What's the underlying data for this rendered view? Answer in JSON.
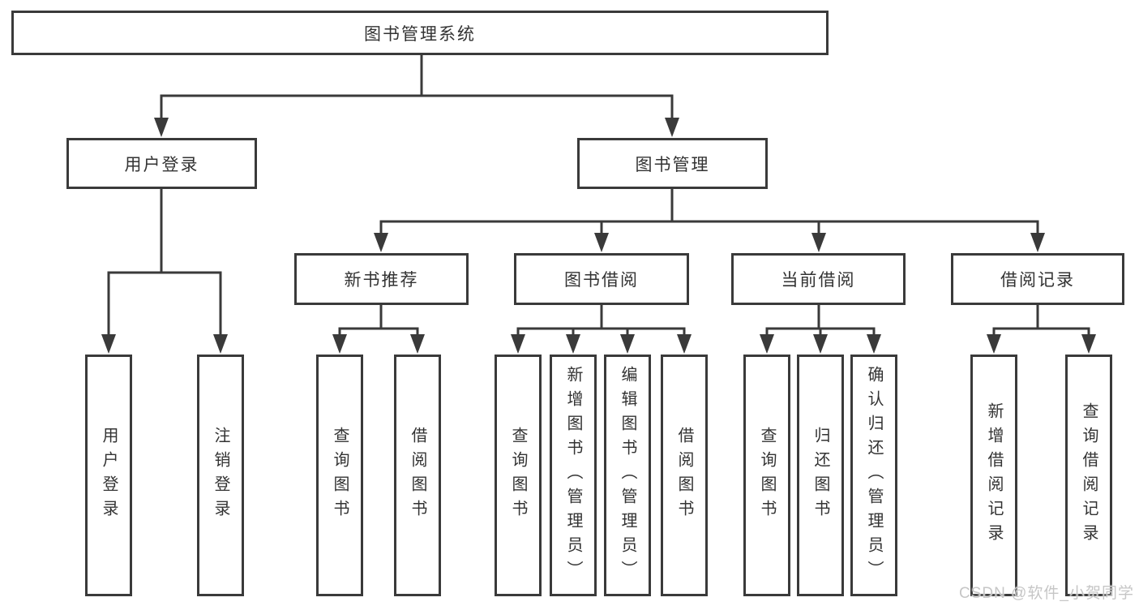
{
  "diagram": {
    "nodes": {
      "root": "图书管理系统",
      "user_login": "用户登录",
      "book_mgmt": "图书管理",
      "new_book_rec": "新书推荐",
      "book_borrow": "图书借阅",
      "current_borrow": "当前借阅",
      "borrow_record": "借阅记录",
      "leaf_user_login": "用户登录",
      "leaf_logout": "注销登录",
      "leaf_query_book_new": "查询图书",
      "leaf_borrow_book_new": "借阅图书",
      "leaf_query_book_borrow": "查询图书",
      "leaf_add_book": "新增图书（管理员）",
      "leaf_edit_book": "编辑图书（管理员）",
      "leaf_borrow_book_borrow": "借阅图书",
      "leaf_query_book_current": "查询图书",
      "leaf_return_book": "归还图书",
      "leaf_confirm_return": "确认归还（管理员）",
      "leaf_add_borrow_record": "新增借阅记录",
      "leaf_query_borrow_record": "查询借阅记录"
    },
    "structure": {
      "root": "图书管理系统",
      "children": [
        {
          "label": "用户登录",
          "children": [
            "用户登录",
            "注销登录"
          ]
        },
        {
          "label": "图书管理",
          "children": [
            {
              "label": "新书推荐",
              "children": [
                "查询图书",
                "借阅图书"
              ]
            },
            {
              "label": "图书借阅",
              "children": [
                "查询图书",
                "新增图书（管理员）",
                "编辑图书（管理员）",
                "借阅图书"
              ]
            },
            {
              "label": "当前借阅",
              "children": [
                "查询图书",
                "归还图书",
                "确认归还（管理员）"
              ]
            },
            {
              "label": "借阅记录",
              "children": [
                "新增借阅记录",
                "查询借阅记录"
              ]
            }
          ]
        }
      ]
    },
    "colors": {
      "line": "#3a3a3a",
      "text": "#333333",
      "box_fill": "#ffffff",
      "background": "#ffffff",
      "watermark": "#c6c6c6"
    }
  },
  "watermark": {
    "text": "CSDN @软件_小贺同学"
  }
}
